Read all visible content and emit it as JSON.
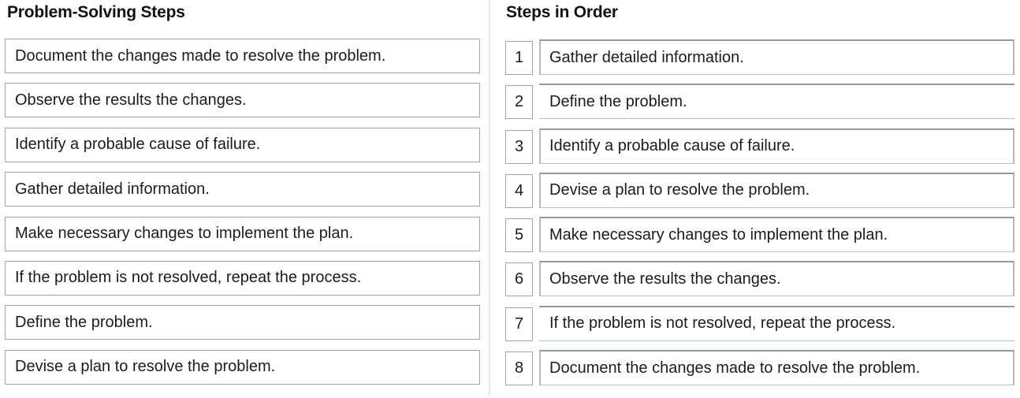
{
  "left_panel": {
    "heading": "Problem-Solving Steps",
    "items": [
      {
        "label": "Document the changes made to resolve the problem."
      },
      {
        "label": "Observe the results the changes."
      },
      {
        "label": "Identify a probable cause of failure."
      },
      {
        "label": "Gather detailed information."
      },
      {
        "label": "Make necessary changes to implement the plan."
      },
      {
        "label": "If the problem is not resolved, repeat the process."
      },
      {
        "label": "Define the problem."
      },
      {
        "label": "Devise a plan to resolve the problem."
      }
    ]
  },
  "right_panel": {
    "heading": "Steps in Order",
    "rows": [
      {
        "number": "1",
        "answer": "Gather detailed information."
      },
      {
        "number": "2",
        "answer": "Define the problem."
      },
      {
        "number": "3",
        "answer": "Identify a probable cause of failure."
      },
      {
        "number": "4",
        "answer": "Devise a plan to resolve the problem."
      },
      {
        "number": "5",
        "answer": "Make necessary changes to implement the plan."
      },
      {
        "number": "6",
        "answer": "Observe the results the changes."
      },
      {
        "number": "7",
        "answer": "If the problem is not resolved, repeat the process."
      },
      {
        "number": "8",
        "answer": "Document the changes made to resolve the problem."
      }
    ]
  },
  "colors": {
    "box_border": "#9aa6b4",
    "divider": "#e3e5e8",
    "text": "#1c1c1c",
    "background": "#ffffff"
  }
}
